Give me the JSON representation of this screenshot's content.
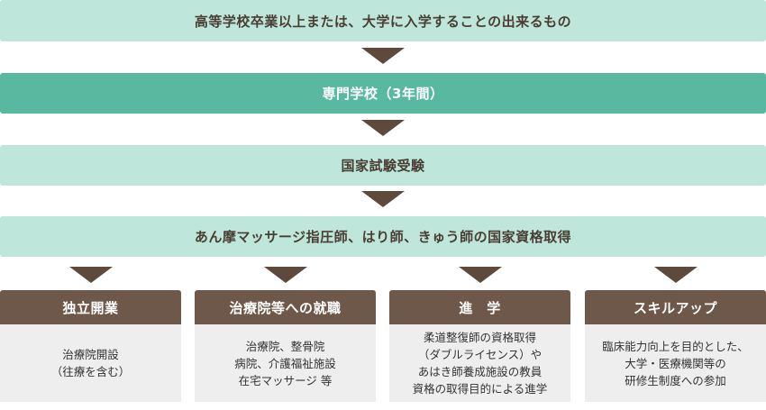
{
  "flow": {
    "step1": "高等学校卒業以上または、大学に入学することの出来るもの",
    "step2": "専門学校（3年間）",
    "step3": "国家試験受験",
    "step4": "あん摩マッサージ指圧師、はり師、きゅう師の国家資格取得"
  },
  "cards": [
    {
      "title": "独立開業",
      "lines": [
        "治療院開設",
        "（往療を含む）"
      ]
    },
    {
      "title": "治療院等への就職",
      "lines": [
        "治療院、整骨院",
        "病院、介護福祉施設",
        "在宅マッサージ 等"
      ]
    },
    {
      "title": "進　学",
      "lines": [
        "柔道整復師の資格取得",
        "（ダブルライセンス）や",
        "あはき師養成施設の教員",
        "資格の取得目的による進学"
      ]
    },
    {
      "title": "スキルアップ",
      "lines": [
        "臨床能力向上を目的とした、",
        "大学・医療機関等の",
        "研修生制度への参加"
      ]
    }
  ],
  "colors": {
    "light_bar": "#bfe6da",
    "dark_bar": "#58b9a0",
    "arrow": "#5e4a3d",
    "card_header": "#6e5849",
    "card_body": "#eeeeee"
  }
}
